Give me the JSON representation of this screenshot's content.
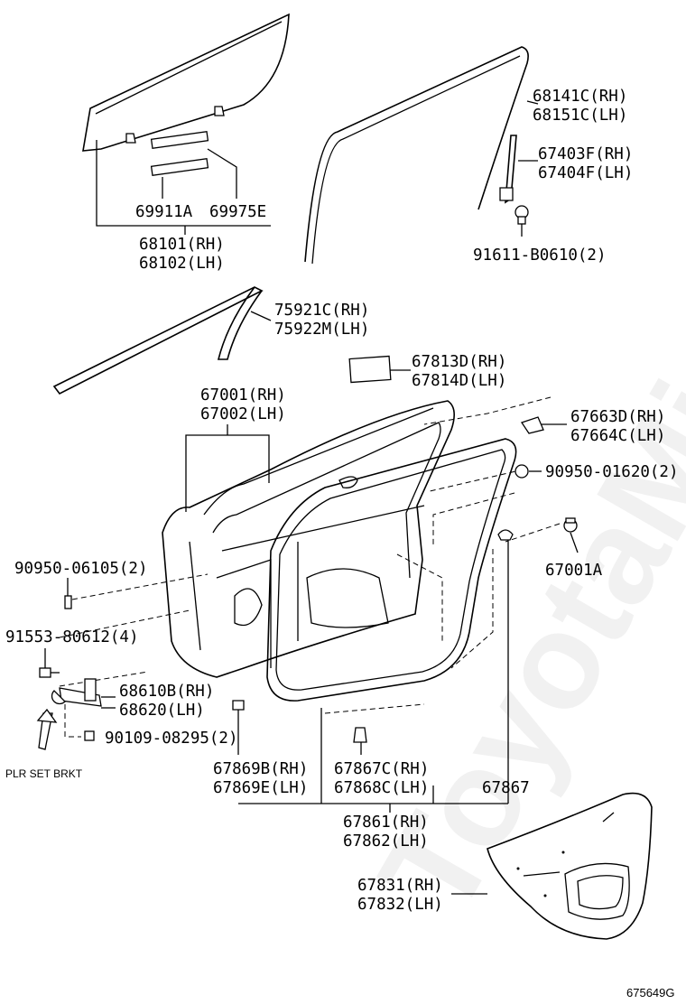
{
  "watermark": "ToyotaMine.ru",
  "figure_id": "675649G",
  "callouts": {
    "c1": "68141C(RH)",
    "c2": "68151C(LH)",
    "c3": "67403F(RH)",
    "c4": "67404F(LH)",
    "c5": "69911A",
    "c6": "69975E",
    "c7": "68101(RH)",
    "c8": "68102(LH)",
    "c9": "91611-B0610(2)",
    "c10": "75921C(RH)",
    "c11": "75922M(LH)",
    "c12": "67813D(RH)",
    "c13": "67814D(LH)",
    "c14": "67001(RH)",
    "c15": "67002(LH)",
    "c16": "67663D(RH)",
    "c17": "67664C(LH)",
    "c18": "90950-01620(2)",
    "c19": "90950-06105(2)",
    "c20": "67001A",
    "c21": "91553-80612(4)",
    "c22": "68610B(RH)",
    "c23": "68620(LH)",
    "c24": "90109-08295(2)",
    "c25": "PLR SET BRKT",
    "c26": "67869B(RH)",
    "c27": "67869E(LH)",
    "c28": "67867C(RH)",
    "c29": "67868C(LH)",
    "c30": "67867",
    "c31": "67861(RH)",
    "c32": "67862(LH)",
    "c33": "67831(RH)",
    "c34": "67832(LH)"
  }
}
